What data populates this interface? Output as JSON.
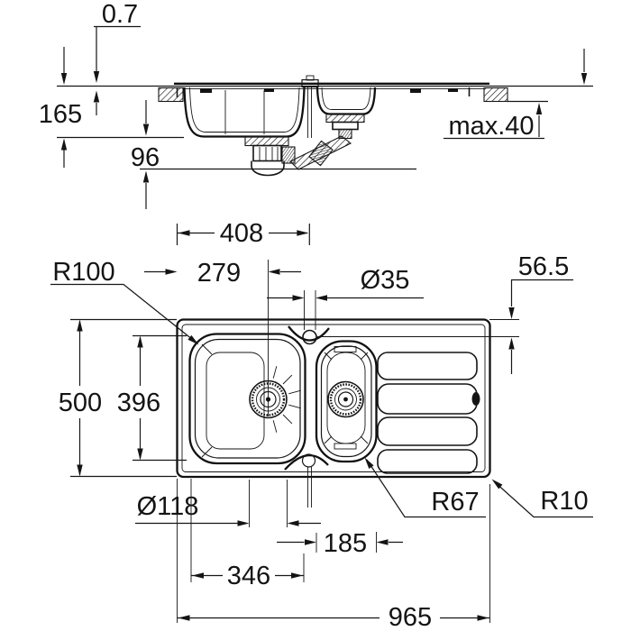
{
  "side_view": {
    "labels": {
      "rim_thickness": "0.7",
      "depth": "165",
      "drain_height": "96",
      "counter_thickness": "max.40"
    }
  },
  "top_view": {
    "labels": {
      "length_to_tap": "408",
      "length_to_drain": "279",
      "tap_hole_diameter": "Ø35",
      "tap_offset": "56.5",
      "main_bowl_radius": "R100",
      "width": "500",
      "bowl_length": "396",
      "strainer_diameter": "Ø118",
      "small_bowl_radius": "R67",
      "corner_radius": "R10",
      "small_bowl_width": "185",
      "main_bowl_width": "346",
      "total_length": "965"
    }
  }
}
